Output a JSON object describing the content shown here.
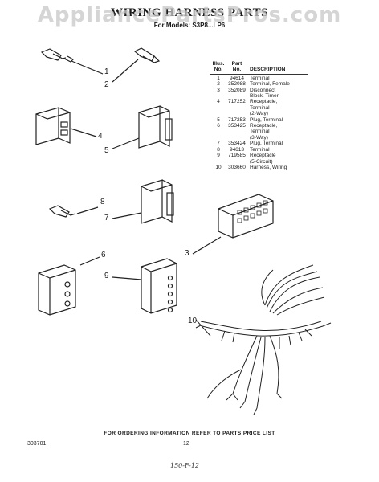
{
  "watermark": "AppliancePartsPros.com",
  "title": "WIRING HARNESS PARTS",
  "subtitle": "For Models: S3P8...LP6",
  "legend": {
    "headers": {
      "no": "Illus.\nNo.",
      "part": "Part\nNo.",
      "desc": "DESCRIPTION"
    },
    "rows": [
      {
        "no": "1",
        "part": "94614",
        "desc": "Terminal"
      },
      {
        "no": "2",
        "part": "352088",
        "desc": "Terminal, Female"
      },
      {
        "no": "3",
        "part": "352089",
        "desc": "Disconnect"
      },
      {
        "no": "",
        "part": "",
        "desc": "Block, Timer"
      },
      {
        "no": "4",
        "part": "717252",
        "desc": "Receptacle,"
      },
      {
        "no": "",
        "part": "",
        "desc": "Terminal"
      },
      {
        "no": "",
        "part": "",
        "desc": "(2-Way)"
      },
      {
        "no": "5",
        "part": "717253",
        "desc": "Plug, Terminal"
      },
      {
        "no": "6",
        "part": "353425",
        "desc": "Receptacle,"
      },
      {
        "no": "",
        "part": "",
        "desc": "Terminal"
      },
      {
        "no": "",
        "part": "",
        "desc": "(3-Way)"
      },
      {
        "no": "7",
        "part": "353424",
        "desc": "Plug, Terminal"
      },
      {
        "no": "8",
        "part": "94613",
        "desc": "Terminal"
      },
      {
        "no": "9",
        "part": "719585",
        "desc": "Receptacle"
      },
      {
        "no": "",
        "part": "",
        "desc": "(5-Circuit)"
      },
      {
        "no": "10",
        "part": "303660",
        "desc": "Harness, Wiring"
      }
    ]
  },
  "callouts": [
    "1",
    "2",
    "4",
    "5",
    "8",
    "7",
    "3",
    "6",
    "9",
    "10"
  ],
  "footer": "FOR ORDERING INFORMATION REFER TO PARTS PRICE LIST",
  "doc_number": "303701",
  "page_number": "12",
  "handwritten_note": "150-F-12"
}
